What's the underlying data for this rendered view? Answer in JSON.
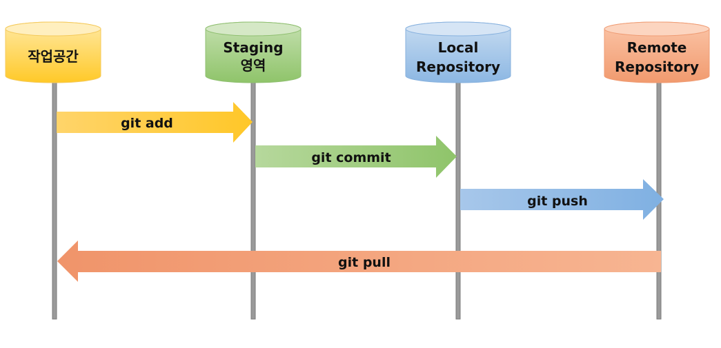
{
  "nodes": [
    {
      "id": "workspace",
      "lines": [
        "작업공간"
      ],
      "color": "#ffc000"
    },
    {
      "id": "staging",
      "lines": [
        "Staging",
        "영역"
      ],
      "color": "#70ad47"
    },
    {
      "id": "local",
      "lines": [
        "Local",
        "Repository"
      ],
      "color": "#5b9bd5"
    },
    {
      "id": "remote",
      "lines": [
        "Remote",
        "Repository"
      ],
      "color": "#ed7d31"
    }
  ],
  "arrows": [
    {
      "label": "git add",
      "from": "workspace",
      "to": "staging",
      "color": "#ffc000"
    },
    {
      "label": "git commit",
      "from": "staging",
      "to": "local",
      "color": "#70ad47"
    },
    {
      "label": "git push",
      "from": "local",
      "to": "remote",
      "color": "#5b9bd5"
    },
    {
      "label": "git pull",
      "from": "remote",
      "to": "workspace",
      "color": "#ed7d31"
    }
  ]
}
